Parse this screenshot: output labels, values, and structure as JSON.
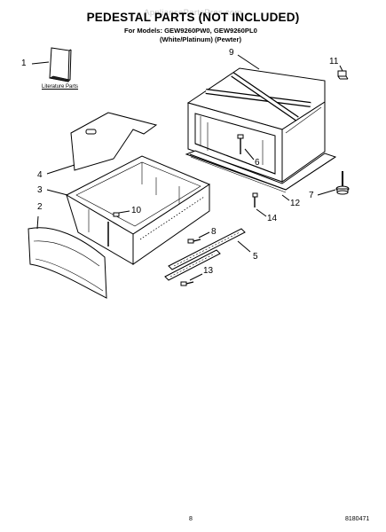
{
  "watermark": "AppliancePartsPros.com",
  "title": "PEDESTAL PARTS (NOT INCLUDED)",
  "models": {
    "line1": "For Models: GEW9260PW0, GEW9260PL0",
    "line2": "(White/Platinum)      (Pewter)"
  },
  "callouts": {
    "c1": "1",
    "c2": "2",
    "c3": "3",
    "c4": "4",
    "c5": "5",
    "c6": "6",
    "c7": "7",
    "c8": "8",
    "c9": "9",
    "c10": "10",
    "c11": "11",
    "c12": "12",
    "c13": "13",
    "c14": "14"
  },
  "literature_label": "Literature Parts",
  "footer": {
    "page": "8",
    "doc_number": "8180471"
  },
  "colors": {
    "line": "#000000",
    "watermark": "#c8c8c8",
    "background": "#ffffff"
  }
}
